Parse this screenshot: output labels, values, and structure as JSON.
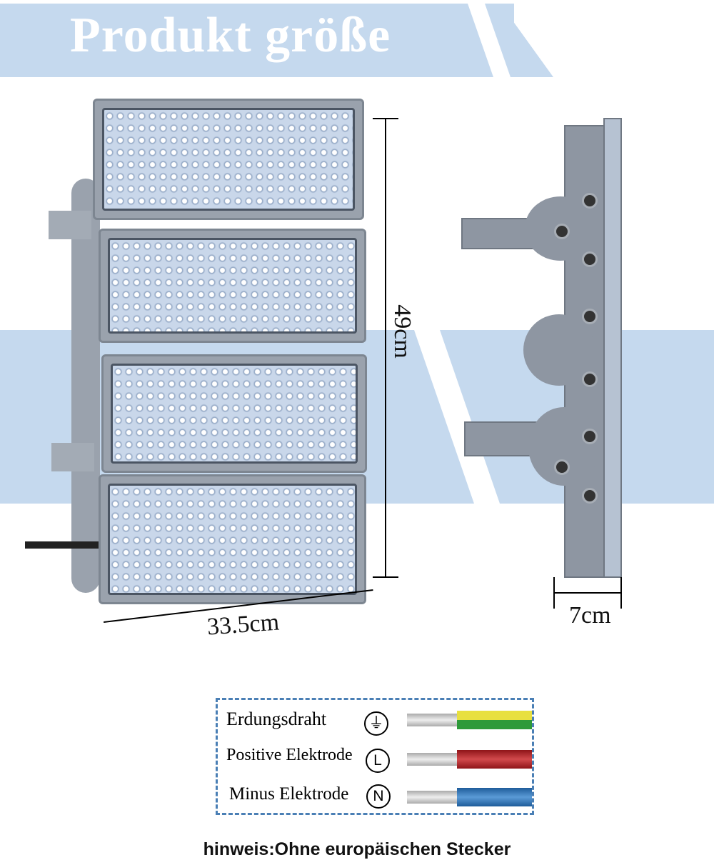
{
  "title": "Produkt größe",
  "dimensions": {
    "height": "49cm",
    "width": "33.5cm",
    "depth": "7cm"
  },
  "legend": [
    {
      "label": "Erdungsdraht",
      "symbol": "⏚",
      "colors": [
        "#e8e040",
        "#2e9a3a"
      ]
    },
    {
      "label": "Positive Elektrode",
      "symbol": "L",
      "colors": [
        "#b51f24"
      ]
    },
    {
      "label": "Minus Elektrode",
      "symbol": "N",
      "colors": [
        "#2a6fb2"
      ]
    }
  ],
  "note": "hinweis:Ohne europäischen Stecker",
  "colors": {
    "band": "#c5d9ee",
    "dashed_border": "#4a7fb5"
  }
}
